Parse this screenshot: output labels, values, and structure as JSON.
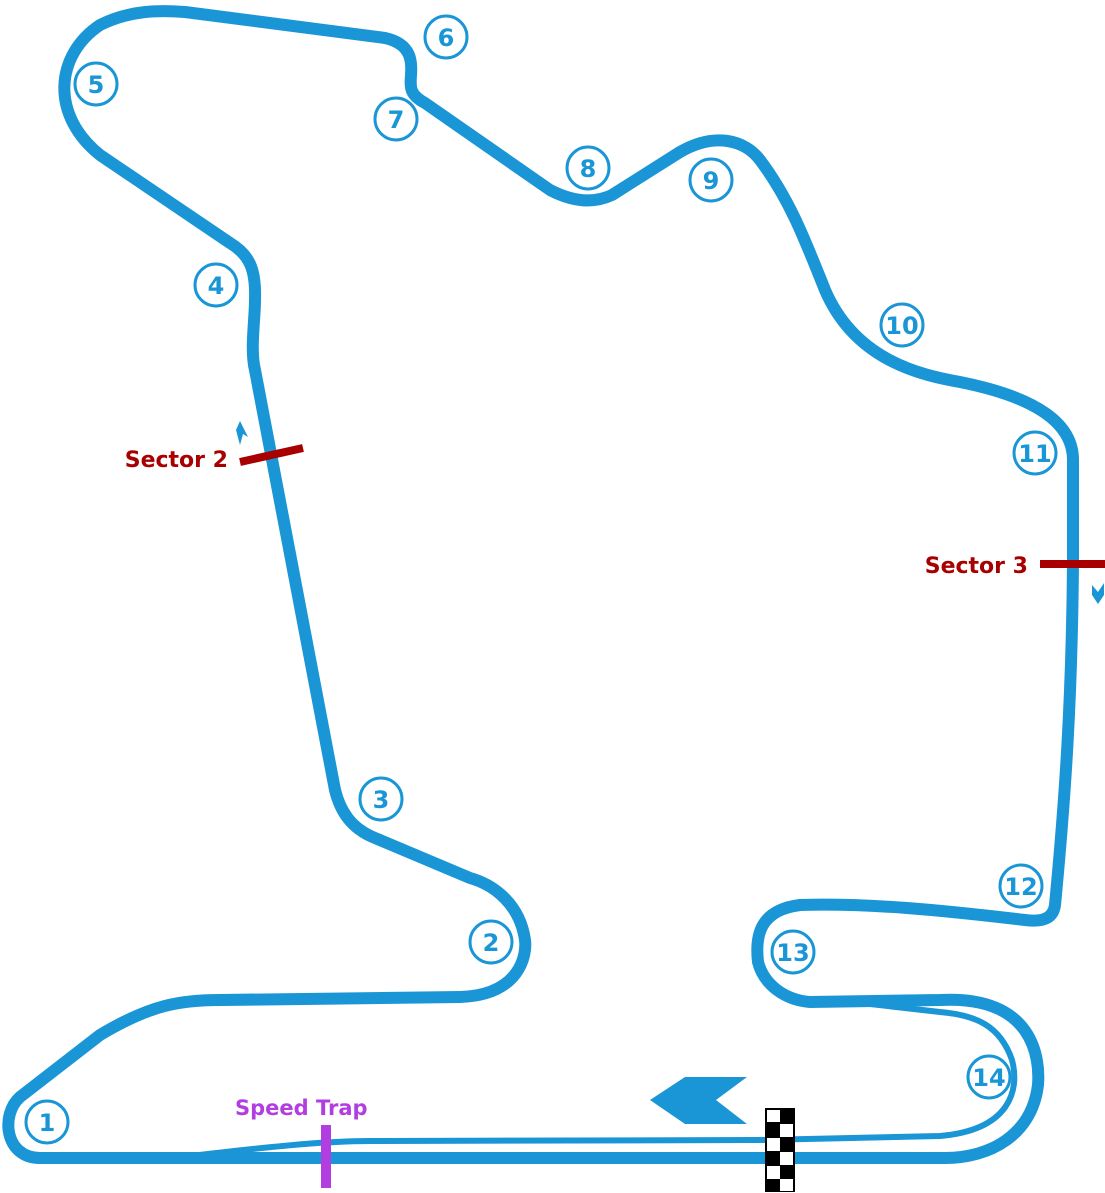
{
  "colors": {
    "track": "#1a96d6",
    "sector": "#a80000",
    "speed_trap": "#b23de0"
  },
  "turns": [
    "1",
    "2",
    "3",
    "4",
    "5",
    "6",
    "7",
    "8",
    "9",
    "10",
    "11",
    "12",
    "13",
    "14"
  ],
  "sectors": {
    "sector2": "Sector 2",
    "sector3": "Sector 3"
  },
  "speed_trap": "Speed Trap",
  "icons": {
    "direction": "direction-arrow-icon",
    "finish": "checkered-flag-icon"
  }
}
